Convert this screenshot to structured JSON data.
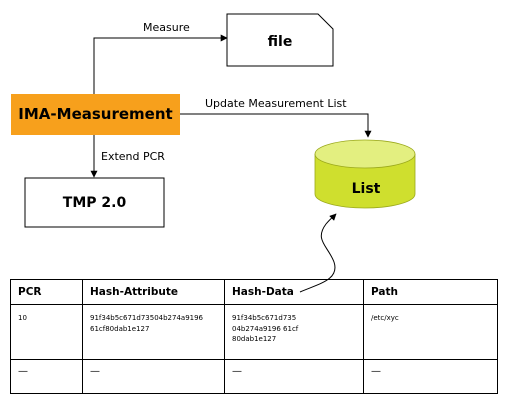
{
  "nodes": {
    "file": "file",
    "ima": "IMA-Measurement",
    "tpm": "TMP 2.0",
    "list": "List"
  },
  "edges": {
    "measure": "Measure",
    "update": "Update Measurement List",
    "extend": "Extend PCR"
  },
  "colors": {
    "ima_fill": "#f7a01c",
    "list_top": "#e3ef80",
    "list_body": "#cfdf2e"
  },
  "table": {
    "headers": [
      "PCR",
      "Hash-Attribute",
      "Hash-Data",
      "Path"
    ],
    "rows": [
      [
        "10",
        "91f34b5c671d73504b274a9196\n61cf80dab1e127",
        "91f34b5c671d735\n04b274a9196 61cf\n80dab1e127",
        "/etc/xyc"
      ],
      [
        "—",
        "—",
        "—",
        "—"
      ]
    ]
  }
}
